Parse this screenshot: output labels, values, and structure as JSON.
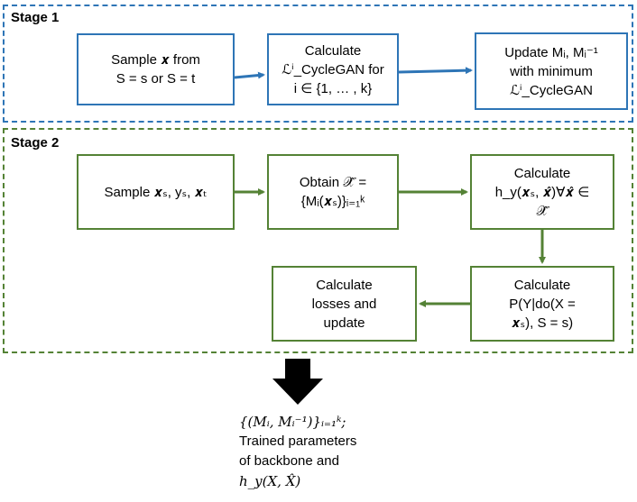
{
  "colors": {
    "stage1": "#2e75b6",
    "stage2": "#548235",
    "output_arrow": "#000000"
  },
  "stage1": {
    "label": "Stage 1",
    "boxes": [
      {
        "lines": [
          "Sample 𝒙 from",
          "S = s or S = t"
        ]
      },
      {
        "lines": [
          "Calculate",
          "ℒⁱ_CycleGAN for",
          "i ∈ {1, … , k}"
        ]
      },
      {
        "lines": [
          "Update Mᵢ, Mᵢ⁻¹",
          "with minimum",
          "ℒⁱ_CycleGAN"
        ]
      }
    ]
  },
  "stage2": {
    "label": "Stage 2",
    "boxes": [
      {
        "lines": [
          "Sample 𝒙ₛ, yₛ, 𝒙ₜ"
        ]
      },
      {
        "lines": [
          "Obtain 𝒳̂ =",
          "{Mᵢ(𝒙ₛ)}ᵢ₌₁ᵏ"
        ]
      },
      {
        "lines": [
          "Calculate",
          "h_y(𝒙ₛ, 𝒙̂)∀𝒙̂ ∈",
          "𝒳̂"
        ]
      },
      {
        "lines": [
          "Calculate",
          "P(Y|do(X =",
          "𝒙ₛ), S = s)"
        ]
      },
      {
        "lines": [
          "Calculate",
          "losses and",
          "update"
        ]
      }
    ]
  },
  "output": {
    "lines": [
      "{(Mᵢ, Mᵢ⁻¹)}ᵢ₌₁ᵏ;",
      "Trained parameters",
      "of backbone and",
      "h_y(X, X̂)"
    ]
  }
}
